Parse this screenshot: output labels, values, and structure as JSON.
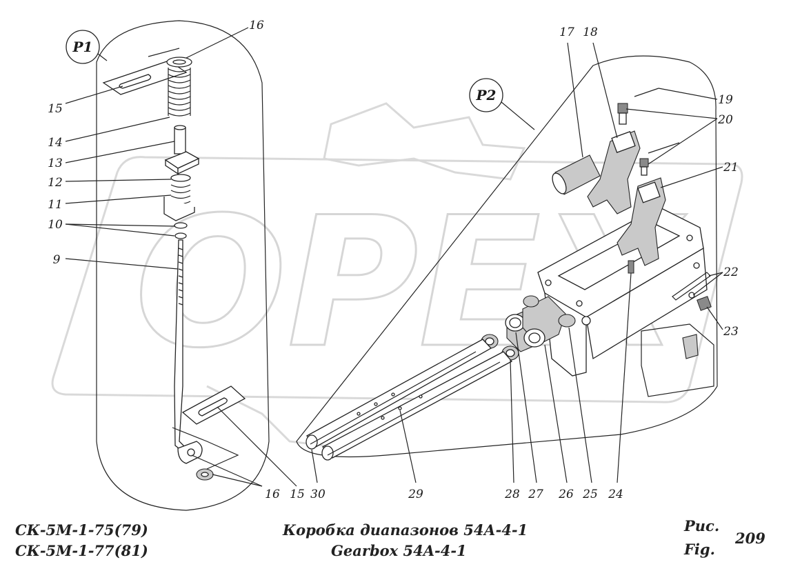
{
  "callouts": {
    "p1": "P1",
    "p2": "P2"
  },
  "part_numbers": {
    "n9": "9",
    "n10": "10",
    "n11": "11",
    "n12": "12",
    "n13": "13",
    "n14": "14",
    "n15a": "15",
    "n15b": "15",
    "n16a": "16",
    "n16b": "16",
    "n17": "17",
    "n18": "18",
    "n19": "19",
    "n20": "20",
    "n21": "21",
    "n22": "22",
    "n23": "23",
    "n24": "24",
    "n25": "25",
    "n26": "26",
    "n27": "27",
    "n28": "28",
    "n29": "29",
    "n30": "30"
  },
  "footer": {
    "model_1": "СК-5М-1-75(79)",
    "model_2": "СК-5М-1-77(81)",
    "title_ru": "Коробка диапазонов 54А-4-1",
    "title_en": "Gearbox 54A-4-1",
    "fig_ru": "Рис.",
    "fig_en": "Fig.",
    "fig_number": "209"
  },
  "watermark": {
    "text": "OPEX",
    "color": "#d9d9d9"
  },
  "colors": {
    "line": "#222222",
    "background": "#ffffff"
  }
}
